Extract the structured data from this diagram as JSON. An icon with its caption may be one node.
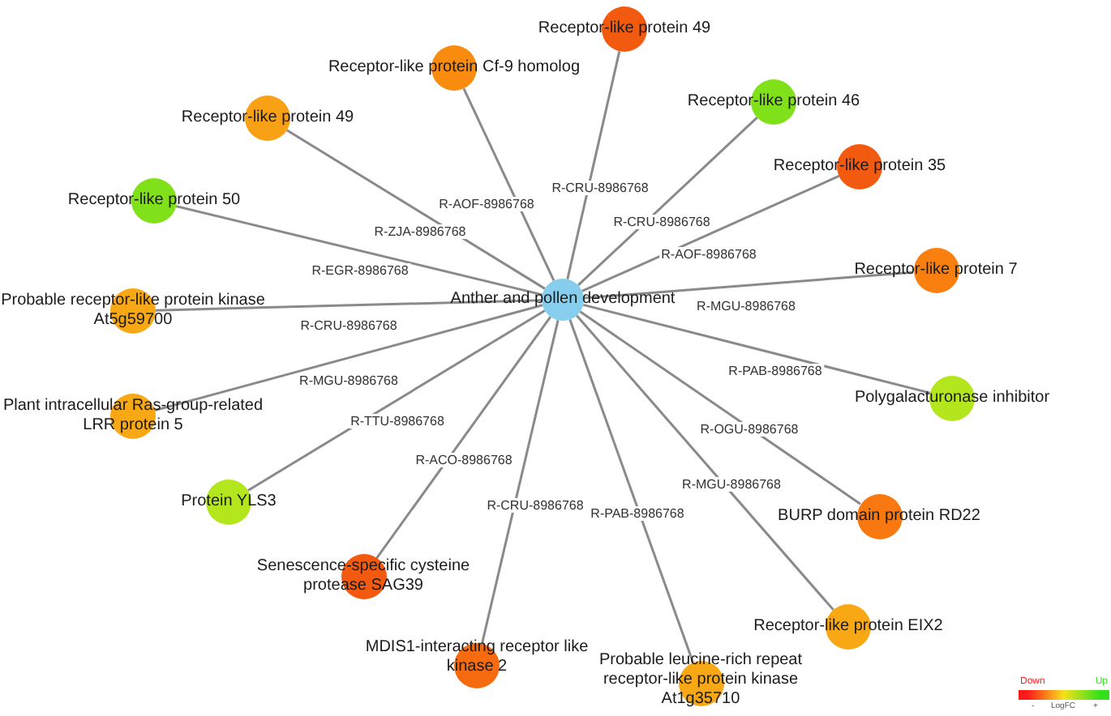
{
  "diagram": {
    "nodes": [
      {
        "text": [
          "Anther and pollen development"
        ]
      },
      {
        "text": [
          "Receptor-like protein Cf-9 homolog"
        ]
      },
      {
        "text": [
          "Receptor-like protein 49"
        ]
      },
      {
        "text": [
          "Receptor-like protein 49"
        ]
      },
      {
        "text": [
          "Receptor-like protein 46"
        ]
      },
      {
        "text": [
          "Receptor-like protein 50"
        ]
      },
      {
        "text": [
          "Receptor-like protein 35"
        ]
      },
      {
        "text": [
          "Probable receptor-like protein kinase At5g59700"
        ]
      },
      {
        "text": [
          "Receptor-like protein 7"
        ]
      },
      {
        "text": [
          "Plant intracellular Ras-group-related LRR protein 5"
        ]
      },
      {
        "text": [
          "Polygalacturonase inhibitor"
        ]
      },
      {
        "text": [
          "Protein YLS3"
        ]
      },
      {
        "text": [
          "BURP domain protein RD22"
        ]
      },
      {
        "text": [
          "Senescence-specific cysteine protease SAG39"
        ]
      },
      {
        "text": [
          "Receptor-like protein EIX2"
        ]
      },
      {
        "text": [
          "MDIS1-interacting receptor like kinase 2"
        ]
      },
      {
        "text": [
          "Probable leucine-rich repeat receptor-like protein kinase At1g35710"
        ]
      }
    ],
    "edges": [
      {
        "from": 0,
        "to": 1,
        "arrow": "none",
        "label": "R-AOF-8986768"
      },
      {
        "from": 0,
        "to": 2,
        "arrow": "none",
        "label": "R-CRU-8986768"
      },
      {
        "from": 0,
        "to": 3,
        "arrow": "none",
        "label": "R-ZJA-8986768"
      },
      {
        "from": 0,
        "to": 4,
        "arrow": "none",
        "label": "R-CRU-8986768"
      },
      {
        "from": 0,
        "to": 5,
        "arrow": "none",
        "label": "R-EGR-8986768"
      },
      {
        "from": 0,
        "to": 6,
        "arrow": "none",
        "label": "R-AOF-8986768"
      },
      {
        "from": 0,
        "to": 7,
        "arrow": "none",
        "label": "R-CRU-8986768"
      },
      {
        "from": 0,
        "to": 8,
        "arrow": "none",
        "label": "R-MGU-8986768"
      },
      {
        "from": 0,
        "to": 9,
        "arrow": "none",
        "label": "R-MGU-8986768"
      },
      {
        "from": 0,
        "to": 10,
        "arrow": "none",
        "label": "R-PAB-8986768"
      },
      {
        "from": 0,
        "to": 11,
        "arrow": "none",
        "label": "R-TTU-8986768"
      },
      {
        "from": 0,
        "to": 12,
        "arrow": "none",
        "label": "R-OGU-8986768"
      },
      {
        "from": 0,
        "to": 13,
        "arrow": "none",
        "label": "R-ACO-8986768"
      },
      {
        "from": 0,
        "to": 14,
        "arrow": "none",
        "label": "R-MGU-8986768"
      },
      {
        "from": 0,
        "to": 15,
        "arrow": "none",
        "label": "R-CRU-8986768"
      },
      {
        "from": 0,
        "to": 16,
        "arrow": "none",
        "label": "R-PAB-8986768"
      }
    ],
    "labels": [
      "LogFC",
      "-",
      "+"
    ],
    "legend": [
      {
        "text": "Down",
        "color": "#ff1a1a"
      },
      {
        "text": "Up",
        "color": "#33e01a"
      }
    ]
  }
}
